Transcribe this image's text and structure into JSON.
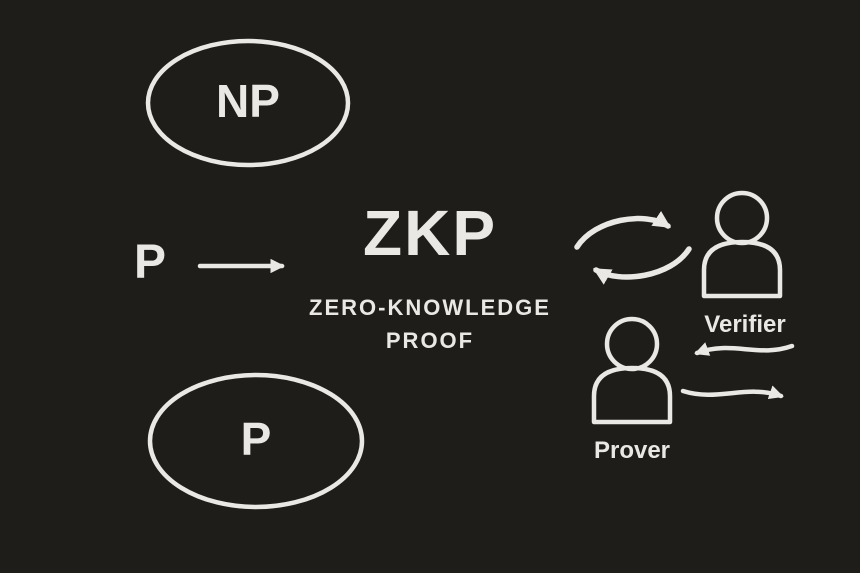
{
  "colors": {
    "background": "#1f1d1a",
    "foreground": "#eae8e4"
  },
  "complexity": {
    "np_label": "NP",
    "p_source_label": "P",
    "p_set_label": "P"
  },
  "zkp": {
    "acronym": "ZKP",
    "full_name_line1": "ZERO-KNOWLEDGE",
    "full_name_line2": "PROOF"
  },
  "actors": {
    "verifier_label": "Verifier",
    "prover_label": "Prover"
  }
}
